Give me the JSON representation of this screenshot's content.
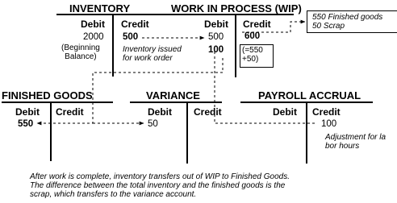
{
  "accounts": {
    "inventory": {
      "title": "INVENTORY",
      "debit_label": "Debit",
      "credit_label": "Credit",
      "debit_value": "2000",
      "debit_note": "(Beginning\nBalance)",
      "credit_value": "500",
      "credit_note": "Inventory issued\nfor work order"
    },
    "wip": {
      "title": "WORK IN PROCESS (WIP)",
      "debit_label": "Debit",
      "credit_label": "Credit",
      "debit_value_1": "500",
      "debit_value_2": "100",
      "credit_value": "600",
      "credit_note": "(=550\n+50)"
    },
    "finished_goods": {
      "title": "FINISHED GOODS",
      "debit_label": "Debit",
      "credit_label": "Credit",
      "debit_value": "550"
    },
    "variance": {
      "title": "VARIANCE",
      "debit_label": "Debit",
      "credit_label": "Credit",
      "debit_value": "50"
    },
    "payroll": {
      "title": "PAYROLL ACCRUAL",
      "debit_label": "Debit",
      "credit_label": "Credit",
      "credit_value": "100",
      "credit_note": "Adjustment for la\nbor hours"
    }
  },
  "callout": "550 Finished goods\n50 Scrap",
  "caption": "After work is complete, inventory transfers out of WIP to Finished Goods.\nThe difference between the total inventory and the finished goods is the\nscrap, which transfers to the variance account.",
  "colors": {
    "line": "#000000",
    "background": "#ffffff"
  }
}
